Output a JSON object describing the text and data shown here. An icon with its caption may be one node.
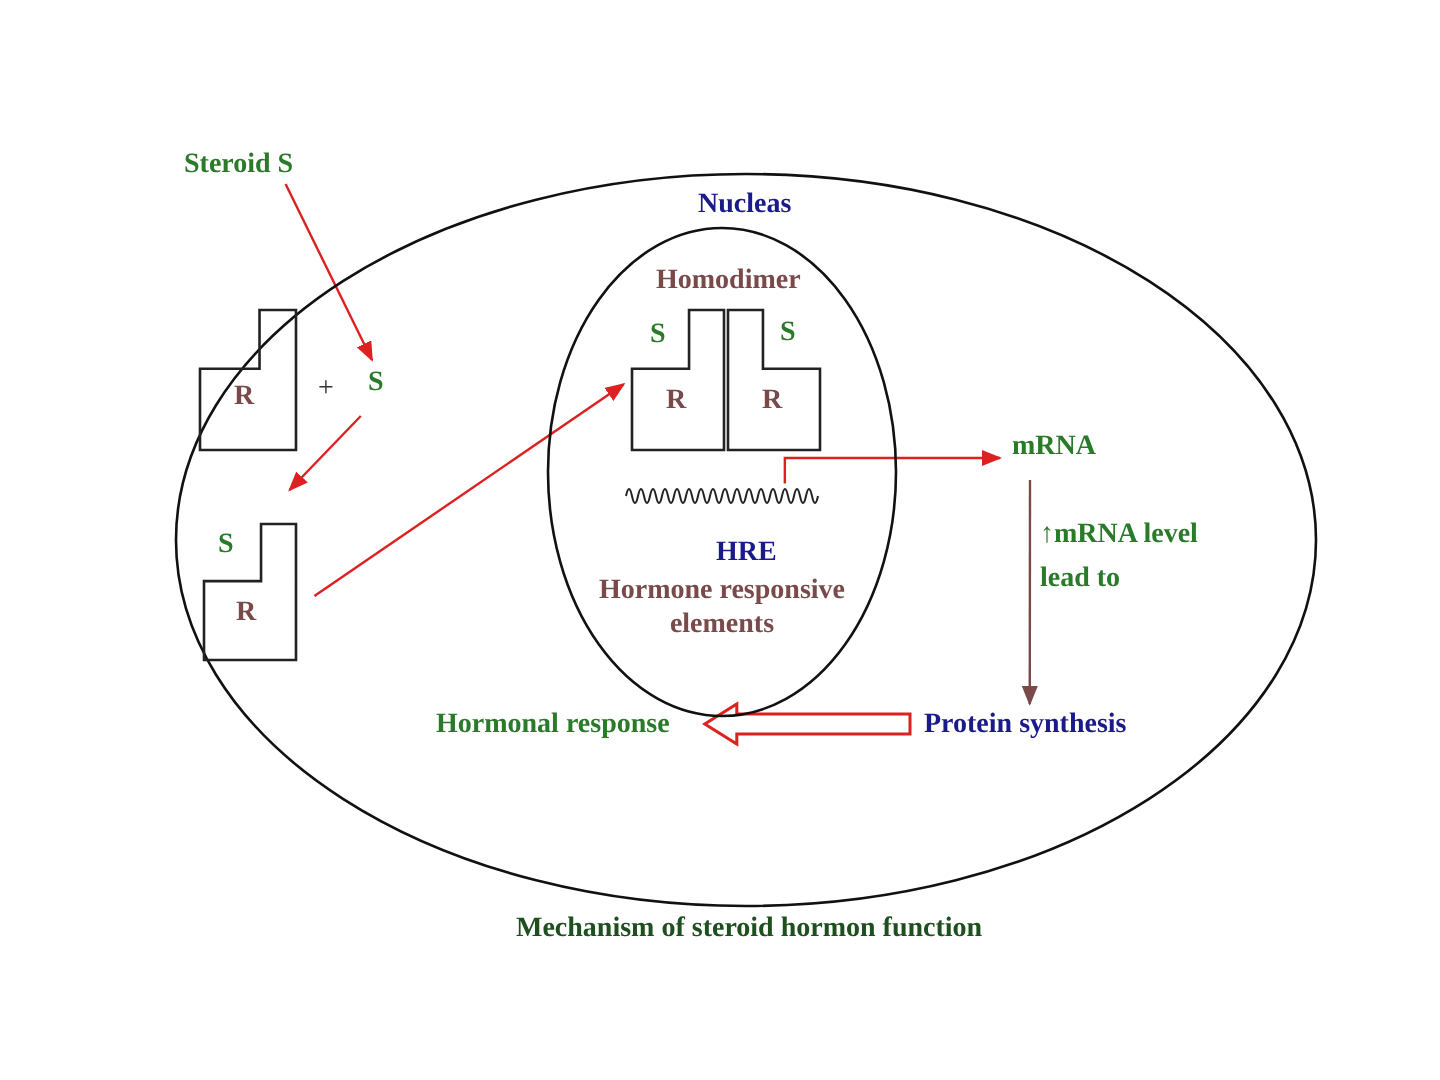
{
  "diagram": {
    "caption": "Mechanism of steroid hormon function",
    "nodes": [
      {
        "text": [],
        "shape": "ellipse"
      },
      {
        "text": [
          "Steroid S"
        ]
      },
      {
        "text": [
          "R"
        ],
        "in": 0
      },
      {
        "text": [
          "S"
        ],
        "in": 0
      },
      {
        "text": [
          "S",
          "R"
        ],
        "in": 0
      },
      {
        "text": [
          "Nucleas"
        ],
        "in": 0
      },
      {
        "text": [
          "S",
          "R"
        ],
        "in": 5
      },
      {
        "text": [
          "S",
          "R"
        ],
        "in": 5
      },
      {
        "text": [
          "HRE",
          "Hormone responsive elements"
        ],
        "in": 5
      },
      {
        "text": [
          "mRNA"
        ],
        "in": 0
      },
      {
        "text": [
          "Protein synthesis"
        ],
        "in": 0
      },
      {
        "text": [
          "Hormonal response"
        ],
        "in": 0
      }
    ],
    "edges": [
      {
        "from": 1,
        "to": 3,
        "arrow": "to"
      },
      {
        "from": 3,
        "to": 4,
        "arrow": "to"
      },
      {
        "from": 4,
        "to": 6,
        "arrow": "to"
      },
      {
        "from": 8,
        "to": 9,
        "arrow": "to"
      },
      {
        "from": 9,
        "to": 10,
        "arrow": "to",
        "label": "↑mRNA level lead to",
        "color": "#7a4a4a"
      },
      {
        "from": 10,
        "to": 11,
        "arrow": "to",
        "style": "thick"
      }
    ],
    "labels": [
      "+",
      "Homodimer"
    ]
  }
}
